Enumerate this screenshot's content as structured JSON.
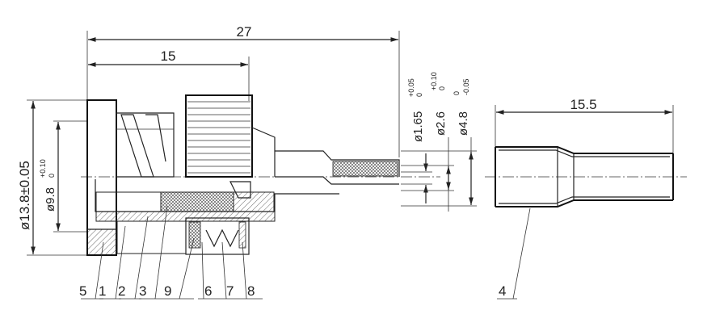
{
  "dimensions": {
    "overall_length": "27",
    "body_length": "15",
    "ferrule_length": "15.5",
    "dia_outer": "ø13.8±0.05",
    "dia_inner_base": "ø9.8",
    "dia_inner_tol_upper": "+0.10",
    "dia_inner_tol_lower": "0",
    "dia_pin_base": "ø1.65",
    "dia_pin_tol_upper": "+0.05",
    "dia_pin_tol_lower": "0",
    "dia_insul_base": "ø2.6",
    "dia_insul_tol_upper": "+0.10",
    "dia_insul_tol_lower": "0",
    "dia_sleeve_base": "ø4.8",
    "dia_sleeve_tol_upper": "0",
    "dia_sleeve_tol_lower": "-0.05"
  },
  "part_labels": [
    "5",
    "1",
    "2",
    "3",
    "9",
    "6",
    "7",
    "8",
    "4"
  ]
}
